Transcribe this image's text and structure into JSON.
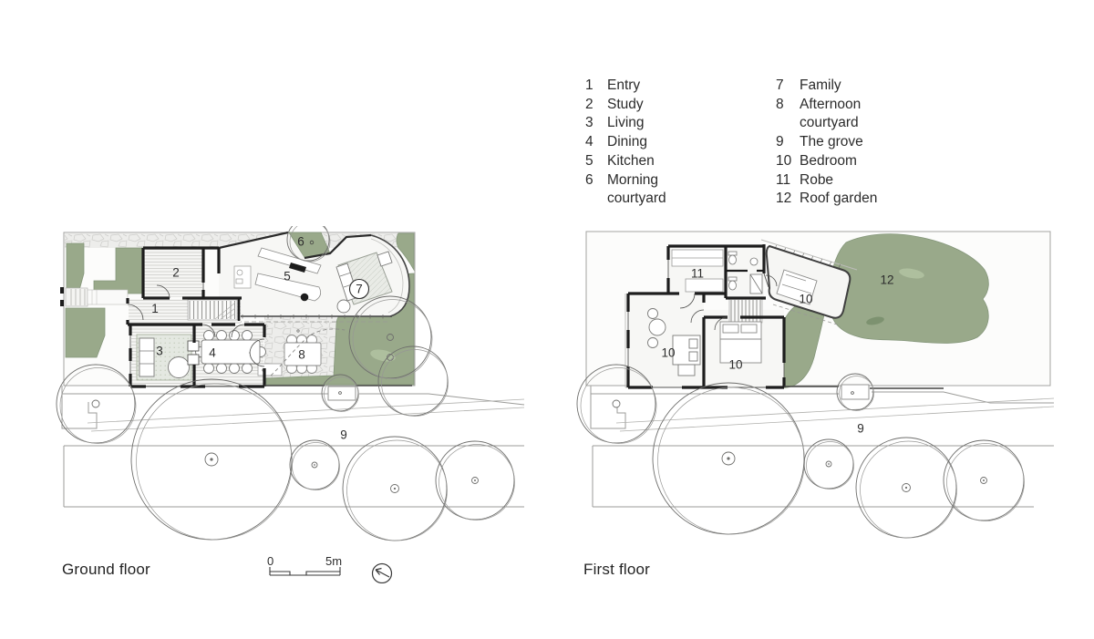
{
  "legend": {
    "columns": [
      {
        "items": [
          {
            "num": "1",
            "label": "Entry"
          },
          {
            "num": "2",
            "label": "Study"
          },
          {
            "num": "3",
            "label": "Living"
          },
          {
            "num": "4",
            "label": "Dining"
          },
          {
            "num": "5",
            "label": "Kitchen"
          },
          {
            "num": "6",
            "label": "Morning"
          },
          {
            "num": "",
            "label": "courtyard"
          }
        ]
      },
      {
        "items": [
          {
            "num": "7",
            "label": "Family"
          },
          {
            "num": "8",
            "label": "Afternoon"
          },
          {
            "num": "",
            "label": "courtyard"
          },
          {
            "num": "9",
            "label": "The grove"
          },
          {
            "num": "10",
            "label": "Bedroom"
          },
          {
            "num": "11",
            "label": "Robe"
          },
          {
            "num": "12",
            "label": "Roof garden"
          }
        ]
      }
    ]
  },
  "plans": {
    "ground": {
      "title": "Ground floor",
      "labels": {
        "entry": "1",
        "study": "2",
        "living": "3",
        "dining": "4",
        "kitchen": "5",
        "morning_courtyard": "6",
        "family": "7",
        "afternoon_courtyard": "8",
        "grove": "9"
      }
    },
    "first": {
      "title": "First floor",
      "labels": {
        "robe": "11",
        "bedroom_upper": "10",
        "bedroom_left": "10",
        "bedroom_right": "10",
        "roof_garden": "12",
        "grove": "9"
      }
    }
  },
  "scale_bar": {
    "zero": "0",
    "five": "5m"
  },
  "colors": {
    "garden_green": "#99a98a",
    "wall_black": "#1d1d1d",
    "text": "#2b2b2b",
    "line_gray": "#9b9b98"
  }
}
